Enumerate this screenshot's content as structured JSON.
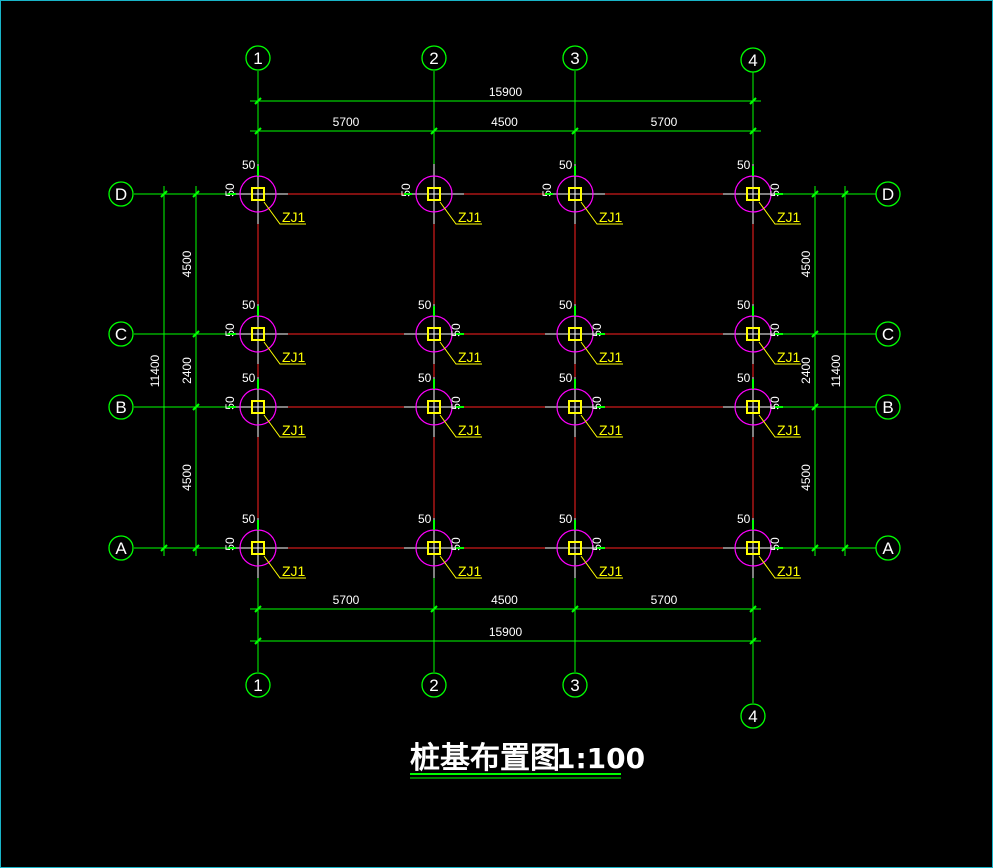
{
  "axes": {
    "columns": [
      "1",
      "2",
      "3",
      "4"
    ],
    "rows": [
      "A",
      "B",
      "C",
      "D"
    ]
  },
  "dimensions": {
    "horizontal_total": "15900",
    "horizontal_spans": [
      "5700",
      "4500",
      "5700"
    ],
    "vertical_total": "11400",
    "vertical_spans": [
      "4500",
      "2400",
      "4500"
    ]
  },
  "pile_label": "ZJ1",
  "offset_label": "50",
  "title": {
    "text": "桩基布置图",
    "scale": "1:100"
  },
  "colors": {
    "background": "#000000",
    "frame": "#19b4c8",
    "axis_grid": "#00ff00",
    "beam": "#ff2020",
    "pile_circle": "#ff00ff",
    "pile_square": "#ffff00",
    "label": "#ffff00",
    "dimension_text": "#ffffff",
    "title": "#ffffff",
    "title_underline": "#00ff00"
  }
}
